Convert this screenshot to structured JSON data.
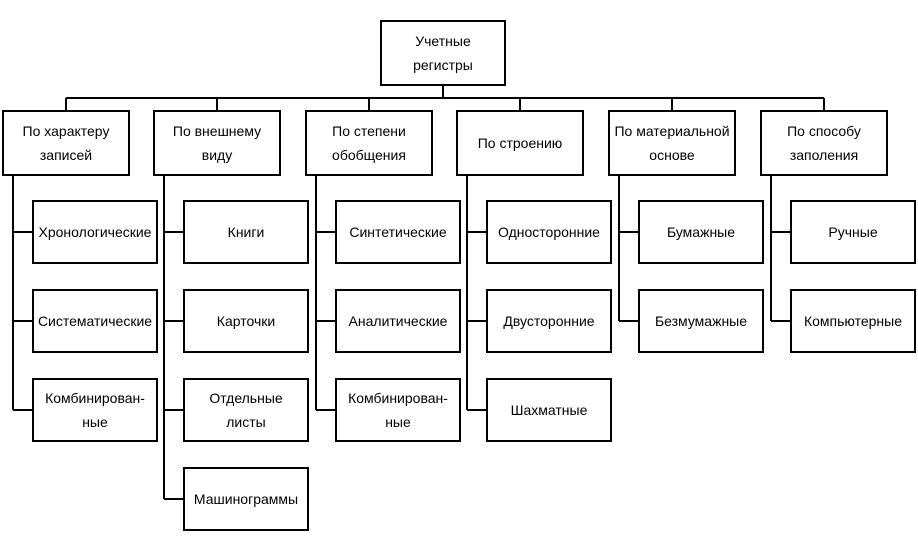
{
  "root": {
    "label": "Учетные\nрегистры"
  },
  "categories": [
    {
      "label": "По характеру\nзаписей",
      "children": [
        "Хронологические",
        "Систематические",
        "Комбинирован-\nные"
      ]
    },
    {
      "label": "По внешнему\nвиду",
      "children": [
        "Книги",
        "Карточки",
        "Отдельные\nлисты",
        "Машинограммы"
      ]
    },
    {
      "label": "По степени\nобобщения",
      "children": [
        "Синтетические",
        "Аналитические",
        "Комбинирован-\nные"
      ]
    },
    {
      "label": "По строению",
      "children": [
        "Односторонние",
        "Двусторонние",
        "Шахматные"
      ]
    },
    {
      "label": "По материальной\nоснове",
      "children": [
        "Бумажные",
        "Безмумажные"
      ]
    },
    {
      "label": "По способу\nзаполения",
      "children": [
        "Ручные",
        "Компьютерные"
      ]
    }
  ]
}
